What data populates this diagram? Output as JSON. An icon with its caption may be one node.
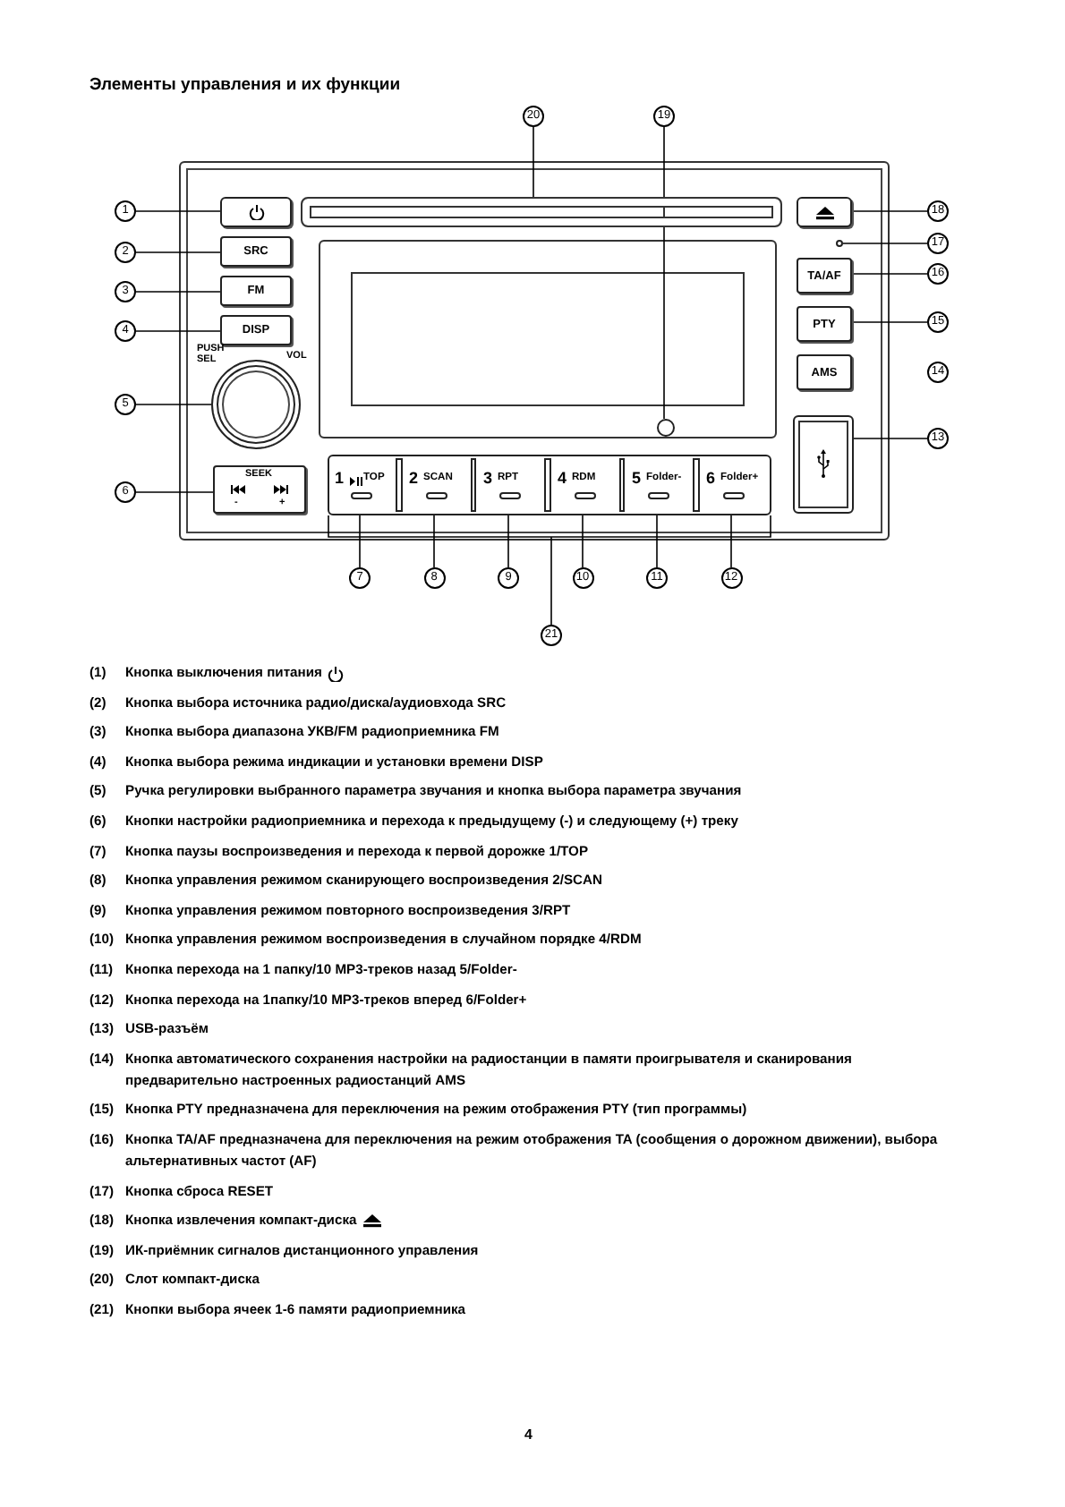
{
  "diagram": {
    "title": "Элементы управления и их функции",
    "nodes": [
      {
        "text": [
          "20"
        ]
      },
      {
        "text": [
          "19"
        ]
      },
      {
        "text": [],
        "shape": "bar"
      },
      {
        "text": [
          "1"
        ]
      },
      {
        "text": [],
        "shape": "box"
      },
      {
        "text": [
          "2"
        ]
      },
      {
        "text": [
          "SRC"
        ]
      },
      {
        "text": [
          "3"
        ]
      },
      {
        "text": [
          "FM"
        ]
      },
      {
        "text": [
          "4"
        ]
      },
      {
        "text": [
          "DISP"
        ]
      },
      {
        "text": [
          "5"
        ]
      },
      {
        "text": [],
        "shape": "circle"
      },
      {
        "text": [
          "6"
        ]
      },
      {
        "text": [
          "SEEK",
          "-",
          "+"
        ]
      },
      {
        "text": [],
        "shape": "box"
      },
      {
        "text": [],
        "shape": "circle",
        "in": 15
      },
      {
        "text": [],
        "shape": "box"
      },
      {
        "text": [
          "18"
        ]
      },
      {
        "text": [],
        "shape": "circle"
      },
      {
        "text": [
          "17"
        ]
      },
      {
        "text": [
          "TA/AF"
        ]
      },
      {
        "text": [
          "16"
        ]
      },
      {
        "text": [
          "PTY"
        ]
      },
      {
        "text": [
          "15"
        ]
      },
      {
        "text": [
          "AMS"
        ]
      },
      {
        "text": [],
        "shape": "box"
      },
      {
        "text": [
          "13"
        ]
      },
      {
        "text": [],
        "shape": "box"
      },
      {
        "text": [
          "1",
          "TOP"
        ],
        "in": 28
      },
      {
        "text": [
          "2",
          "SCAN"
        ],
        "in": 28
      },
      {
        "text": [
          "3",
          "RPT"
        ],
        "in": 28
      },
      {
        "text": [
          "4",
          "RDM"
        ],
        "in": 28
      },
      {
        "text": [
          "5",
          "Folder-"
        ],
        "in": 28
      },
      {
        "text": [
          "6",
          "Folder+"
        ],
        "in": 28
      },
      {
        "text": [
          "7"
        ]
      },
      {
        "text": [
          "8"
        ]
      },
      {
        "text": [
          "9"
        ]
      },
      {
        "text": [
          "10"
        ]
      },
      {
        "text": [
          "11"
        ]
      },
      {
        "text": [
          "12"
        ]
      },
      {
        "text": [
          "21"
        ]
      },
      {
        "text": [
          "14"
        ]
      }
    ],
    "edges": [
      {
        "from": 0,
        "to": 2,
        "arrow": "none"
      },
      {
        "from": 1,
        "to": 16,
        "arrow": "none"
      },
      {
        "from": 3,
        "to": 4,
        "arrow": "none"
      },
      {
        "from": 5,
        "to": 6,
        "arrow": "none"
      },
      {
        "from": 7,
        "to": 8,
        "arrow": "none"
      },
      {
        "from": 9,
        "to": 10,
        "arrow": "none"
      },
      {
        "from": 11,
        "to": 12,
        "arrow": "none"
      },
      {
        "from": 13,
        "to": 14,
        "arrow": "none"
      },
      {
        "from": 18,
        "to": 17,
        "arrow": "none"
      },
      {
        "from": 20,
        "to": 19,
        "arrow": "none"
      },
      {
        "from": 22,
        "to": 21,
        "arrow": "none"
      },
      {
        "from": 24,
        "to": 23,
        "arrow": "none"
      },
      {
        "from": 27,
        "to": 26,
        "arrow": "none"
      },
      {
        "from": 35,
        "to": 29,
        "arrow": "none"
      },
      {
        "from": 36,
        "to": 30,
        "arrow": "none"
      },
      {
        "from": 37,
        "to": 31,
        "arrow": "none"
      },
      {
        "from": 38,
        "to": 32,
        "arrow": "none"
      },
      {
        "from": 39,
        "to": 33,
        "arrow": "none"
      },
      {
        "from": 40,
        "to": 34,
        "arrow": "none"
      },
      {
        "from": 41,
        "to": 28,
        "arrow": "none"
      }
    ],
    "labels": [
      "PUSH SEL",
      "VOL",
      "(1)",
      "Кнопка выключения питания",
      "(2)",
      "Кнопка выбора источника радио/диска/аудиовхода SRC",
      "(3)",
      "Кнопка выбора диапазона УКВ/FM радиоприемника FM",
      "(4)",
      "Кнопка выбора режима индикации и установки времени DISP",
      "(5)",
      "Ручка регулировки выбранного параметра звучания и кнопка выбора параметра звучания",
      "(6)",
      "Кнопки настройки радиоприемника и перехода к предыдущему (-) и следующему (+) треку",
      "(7)",
      "Кнопка паузы воспроизведения и перехода к первой дорожке 1/TOP",
      "(8)",
      "Кнопка управления режимом сканирующего воспроизведения 2/SCAN",
      "(9)",
      "Кнопка управления режимом повторного воспроизведения 3/RPT",
      "(10)",
      "Кнопка управления режимом воспроизведения в случайном порядке 4/RDM",
      "(11)",
      "Кнопка перехода на 1 папку/10 MP3-треков назад 5/Folder-",
      "(12)",
      "Кнопка перехода на 1папку/10 MP3-треков вперед 6/Folder+",
      "(13)",
      "USB-разъём",
      "(14)",
      "Кнопка автоматического сохранения настройки на радиостанции в памяти проигрывателя и сканирования предварительно настроенных радиостанций AMS",
      "(15)",
      "Кнопка PTY предназначена для переключения на режим отображения PTY (тип программы)",
      "(16)",
      "Кнопка TA/AF предназначена для переключения на режим отображения TA (сообщения о дорожном движении), выбора альтернативных частот (AF)",
      "(17)",
      "Кнопка сброса RESET",
      "(18)",
      "Кнопка извлечения компакт-диска",
      "(19)",
      "ИК-приёмник сигналов дистанционного управления",
      "(20)",
      "Слот компакт-диска",
      "(21)",
      "Кнопки выбора ячеек 1-6 памяти радиоприемника",
      "4"
    ]
  }
}
